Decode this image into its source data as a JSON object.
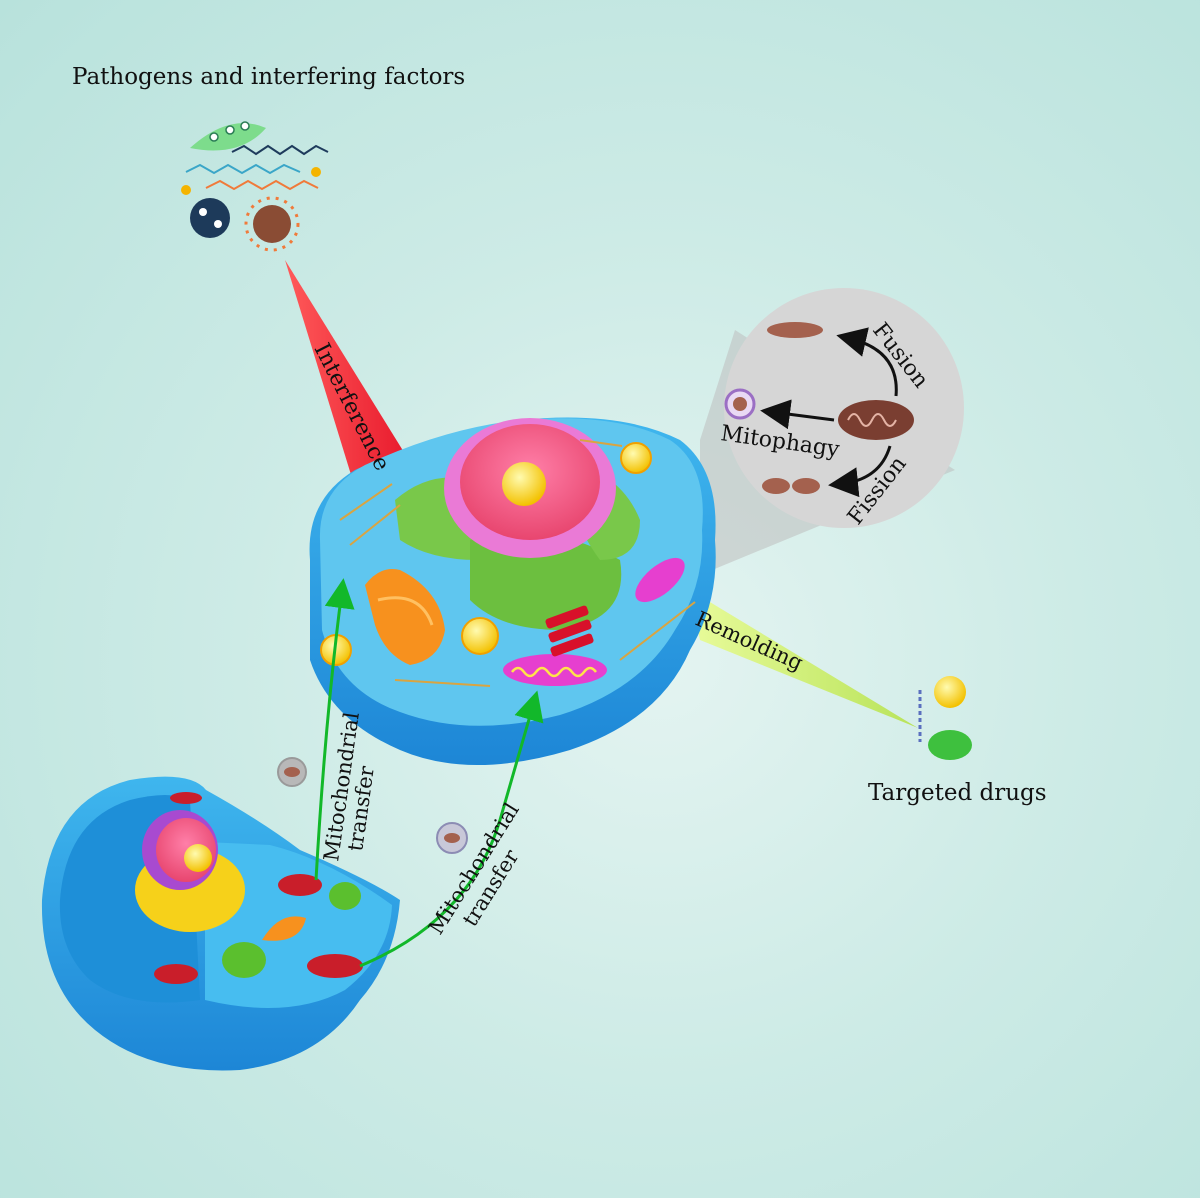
{
  "labels": {
    "pathogens": "Pathogens and interfering factors",
    "interference": "Interference",
    "remolding": "Remolding",
    "targeted_drugs": "Targeted drugs",
    "fusion": "Fusion",
    "fission": "Fission",
    "mitophagy": "Mitophagy",
    "transfer_1_line1": "Mitochondrial",
    "transfer_1_line2": "transfer",
    "transfer_2_line1": "Mitochondrial",
    "transfer_2_line2": "transfer"
  },
  "colors": {
    "background": "#cdebe6",
    "interference_wedge": "#ee2a3a",
    "remolding_wedge": "#c9f06a",
    "transfer_arrow": "#12b82a",
    "cell_body": "#3ab1e8",
    "inset_circle": "#d6d6d6"
  }
}
